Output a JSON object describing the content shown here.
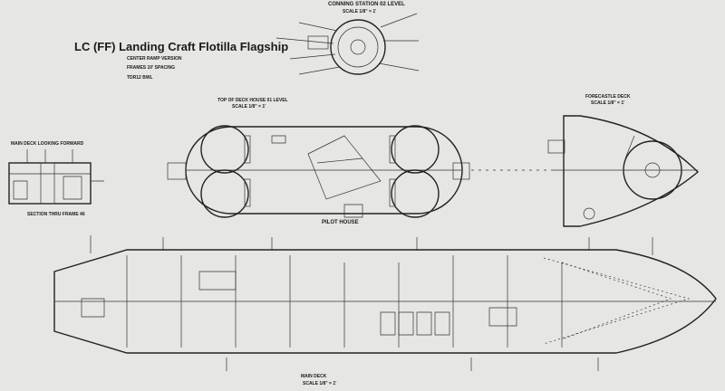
{
  "title": "LC (FF)  Landing Craft Flotilla Flagship",
  "subtitle_lines": [
    "CENTER RAMP VERSION",
    "FRAMES 10' SPACING",
    "TDR12 BWL"
  ],
  "views": {
    "conning": {
      "label": "CONNING STATION  02 LEVEL",
      "scale": "SCALE 1/8\" = 1'"
    },
    "deckhouse": {
      "label": "TOP OF DECK HOUSE   01 LEVEL",
      "scale": "SCALE 1/8\" = 1'",
      "pilot_house": "PILOT HOUSE"
    },
    "forecastle": {
      "label": "FORECASTLE DECK",
      "scale": "SCALE 1/8\" = 1'"
    },
    "section": {
      "label": "MAIN DECK LOOKING FORWARD",
      "caption": "SECTION THRU FRAME 46"
    },
    "main_deck": {
      "label": "MAIN DECK",
      "scale": "SCALE 1/8\" = 1'"
    }
  }
}
